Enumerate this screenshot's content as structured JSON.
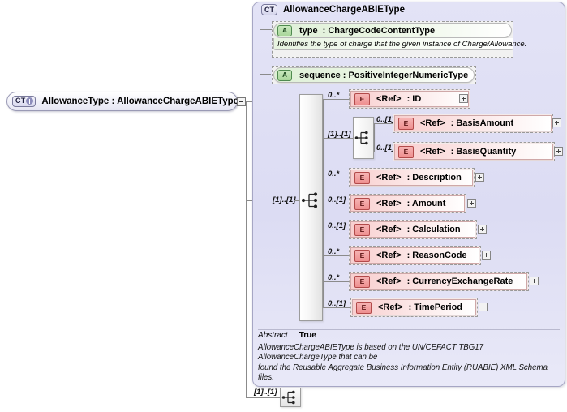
{
  "root": {
    "badge": "CT",
    "badge_icon": "complex-type-plus-icon",
    "label": "AllowanceType : AllowanceChargeABIEType",
    "collapse_icon": "minus-box-icon"
  },
  "complex_type": {
    "badge": "CT",
    "title": "AllowanceChargeABIEType",
    "cardinality_in": "[1]..[1]",
    "sequence_icon": "sequence-compositor-icon"
  },
  "attributes": [
    {
      "badge": "A",
      "name": "type",
      "type": ": ChargeCodeContentType",
      "documentation": "Identifies the type of charge that the given instance of Charge/Allowance."
    },
    {
      "badge": "A",
      "name": "sequence : PositiveIntegerNumericType",
      "type": "",
      "documentation": ""
    }
  ],
  "elements": [
    {
      "badge": "E",
      "ref": "<Ref>",
      "name": ": ID",
      "cardinality": "0..*",
      "expand": "+"
    },
    {
      "badge": "E",
      "ref": "<Ref>",
      "name": ": BasisAmount",
      "cardinality": "0..[1]",
      "expand": "+"
    },
    {
      "badge": "E",
      "ref": "<Ref>",
      "name": ": BasisQuantity",
      "cardinality": "0..[1]",
      "expand": "+"
    },
    {
      "badge": "E",
      "ref": "<Ref>",
      "name": ": Description",
      "cardinality": "0..*",
      "expand": "+"
    },
    {
      "badge": "E",
      "ref": "<Ref>",
      "name": ": Amount",
      "cardinality": "0..[1]",
      "expand": "+"
    },
    {
      "badge": "E",
      "ref": "<Ref>",
      "name": ": Calculation",
      "cardinality": "0..[1]",
      "expand": "+"
    },
    {
      "badge": "E",
      "ref": "<Ref>",
      "name": ": ReasonCode",
      "cardinality": "0..*",
      "expand": "+"
    },
    {
      "badge": "E",
      "ref": "<Ref>",
      "name": ": CurrencyExchangeRate",
      "cardinality": "0..*",
      "expand": "+"
    },
    {
      "badge": "E",
      "ref": "<Ref>",
      "name": ": TimePeriod",
      "cardinality": "0..[1]",
      "expand": "+"
    }
  ],
  "nested_group": {
    "cardinality": "[1]..[1]",
    "icon": "sequence-compositor-icon"
  },
  "footer": {
    "abstract_label": "Abstract",
    "abstract_value": "True",
    "documentation_line1": "AllowanceChargeABIEType is based on the UN/CEFACT TBG17 AllowanceChargeType that can be",
    "documentation_line2": "found the Reusable Aggregate Business Information Entity (RUABIE) XML Schema",
    "documentation_line3": "files."
  },
  "bottom_group": {
    "cardinality": "[1]..[1]",
    "icon": "sequence-compositor-icon"
  },
  "colors": {
    "panel_bg": "#e0e0f5",
    "element_pink": "#f8cfcf",
    "attribute_green": "#dff0d8",
    "wire": "#8b8b8b"
  }
}
